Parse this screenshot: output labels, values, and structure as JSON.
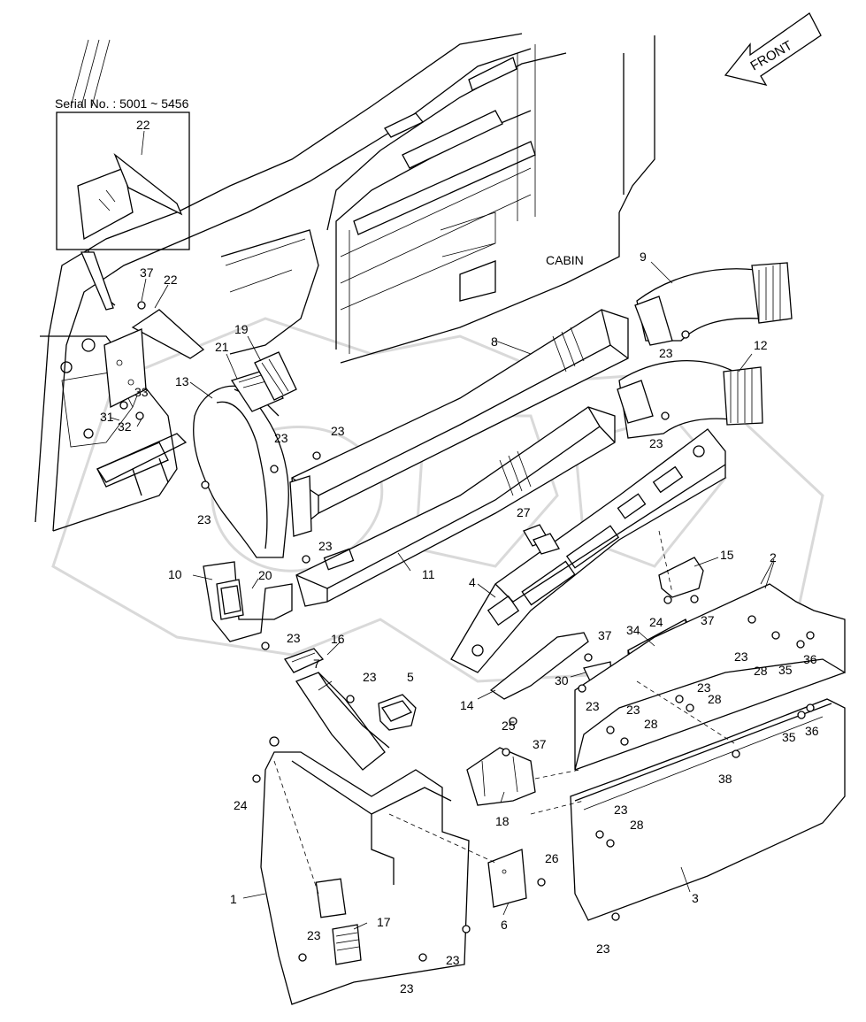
{
  "serial_note": "Serial No. : 5001 ~ 5456",
  "front_label": "FRONT",
  "cabin_label": "CABIN",
  "callouts": [
    {
      "id": "c22a",
      "text": "22"
    },
    {
      "id": "c37a",
      "text": "37"
    },
    {
      "id": "c22b",
      "text": "22"
    },
    {
      "id": "c19",
      "text": "19"
    },
    {
      "id": "c21",
      "text": "21"
    },
    {
      "id": "c13",
      "text": "13"
    },
    {
      "id": "c33",
      "text": "33"
    },
    {
      "id": "c31",
      "text": "31"
    },
    {
      "id": "c32",
      "text": "32"
    },
    {
      "id": "c23a",
      "text": "23"
    },
    {
      "id": "c23b",
      "text": "23"
    },
    {
      "id": "c23c",
      "text": "23"
    },
    {
      "id": "c8",
      "text": "8"
    },
    {
      "id": "c9",
      "text": "9"
    },
    {
      "id": "c23d",
      "text": "23"
    },
    {
      "id": "c12",
      "text": "12"
    },
    {
      "id": "c23e",
      "text": "23"
    },
    {
      "id": "c27",
      "text": "27"
    },
    {
      "id": "c23f",
      "text": "23"
    },
    {
      "id": "c11",
      "text": "11"
    },
    {
      "id": "c10",
      "text": "10"
    },
    {
      "id": "c20",
      "text": "20"
    },
    {
      "id": "c4",
      "text": "4"
    },
    {
      "id": "c15",
      "text": "15"
    },
    {
      "id": "c2",
      "text": "2"
    },
    {
      "id": "c24a",
      "text": "24"
    },
    {
      "id": "c37b",
      "text": "37"
    },
    {
      "id": "c23g",
      "text": "23"
    },
    {
      "id": "c16",
      "text": "16"
    },
    {
      "id": "c7",
      "text": "7"
    },
    {
      "id": "c23h",
      "text": "23"
    },
    {
      "id": "c5",
      "text": "5"
    },
    {
      "id": "c37c",
      "text": "37"
    },
    {
      "id": "c34",
      "text": "34"
    },
    {
      "id": "c23i",
      "text": "23"
    },
    {
      "id": "c28a",
      "text": "28"
    },
    {
      "id": "c35a",
      "text": "35"
    },
    {
      "id": "c36a",
      "text": "36"
    },
    {
      "id": "c30",
      "text": "30"
    },
    {
      "id": "c23j",
      "text": "23"
    },
    {
      "id": "c14",
      "text": "14"
    },
    {
      "id": "c23k",
      "text": "23"
    },
    {
      "id": "c28b",
      "text": "28"
    },
    {
      "id": "c23l",
      "text": "23"
    },
    {
      "id": "c28c",
      "text": "28"
    },
    {
      "id": "c25",
      "text": "25"
    },
    {
      "id": "c35b",
      "text": "35"
    },
    {
      "id": "c36b",
      "text": "36"
    },
    {
      "id": "c37d",
      "text": "37"
    },
    {
      "id": "c38",
      "text": "38"
    },
    {
      "id": "c24b",
      "text": "24"
    },
    {
      "id": "c18",
      "text": "18"
    },
    {
      "id": "c23m",
      "text": "23"
    },
    {
      "id": "c28d",
      "text": "28"
    },
    {
      "id": "c26",
      "text": "26"
    },
    {
      "id": "c1",
      "text": "1"
    },
    {
      "id": "c17",
      "text": "17"
    },
    {
      "id": "c6",
      "text": "6"
    },
    {
      "id": "c3",
      "text": "3"
    },
    {
      "id": "c23n",
      "text": "23"
    },
    {
      "id": "c23o",
      "text": "23"
    },
    {
      "id": "c23p",
      "text": "23"
    },
    {
      "id": "c23q",
      "text": "23"
    }
  ]
}
